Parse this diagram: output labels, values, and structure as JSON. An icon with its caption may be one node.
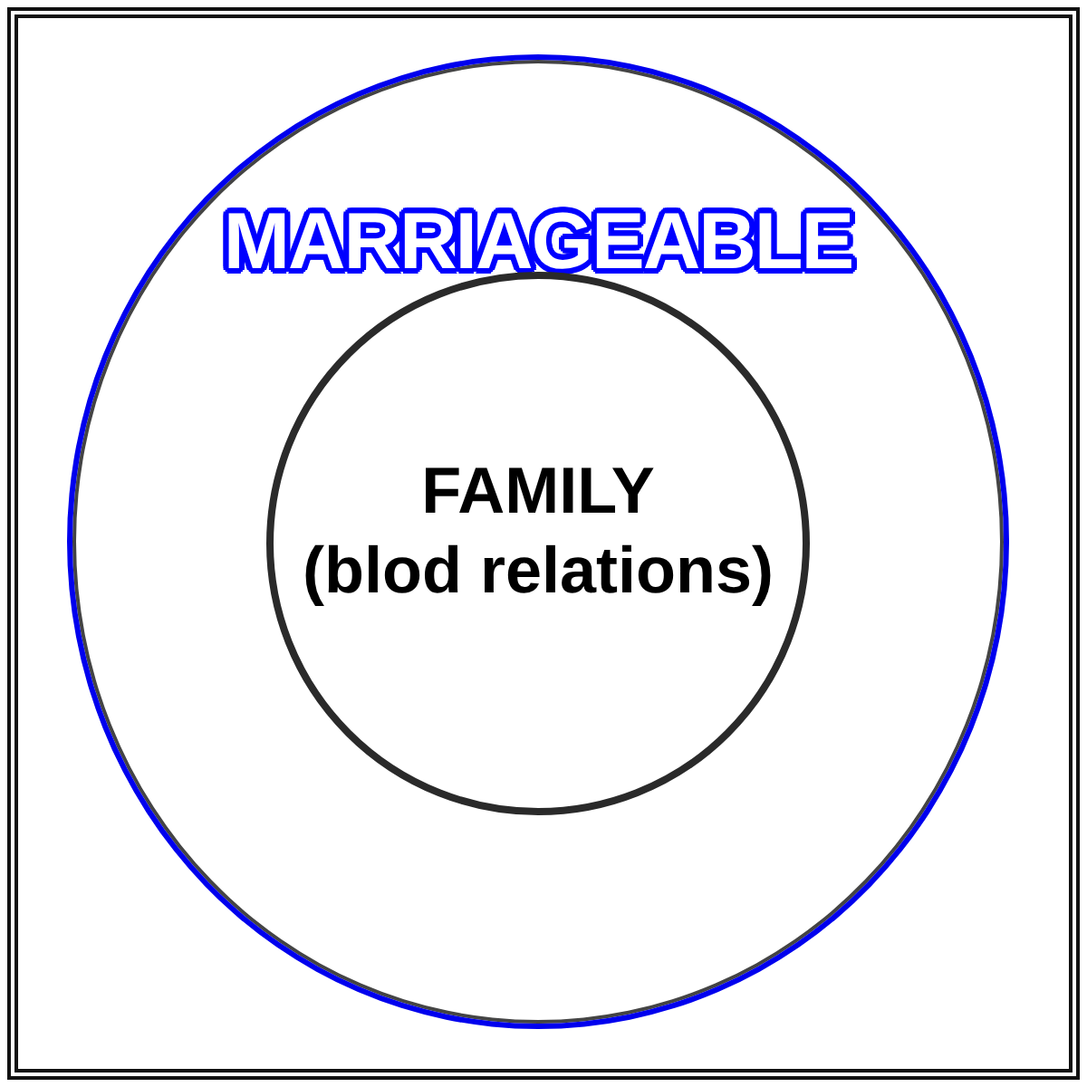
{
  "diagram": {
    "nodes": [
      {
        "text": [
          "MARRIAGEABLE"
        ]
      },
      {
        "text": [
          "FAMILY",
          "(blod relations)"
        ],
        "in": 0
      }
    ]
  }
}
